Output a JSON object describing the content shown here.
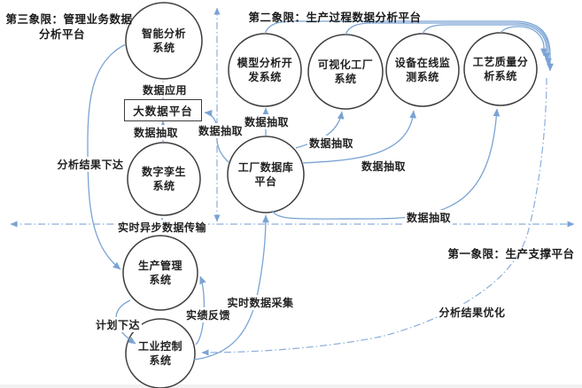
{
  "quadrants": {
    "q3_line1": "第三象限：管理业务数据",
    "q3_line2": "分析平台",
    "q2": "第二象限：生产过程数据分析平台",
    "q1": "第一象限：生产支撑平台"
  },
  "nodes": {
    "intelligent_analysis": {
      "line1": "智能分析",
      "line2": "系统"
    },
    "model_dev": {
      "line1": "模型分析开",
      "line2": "发系统"
    },
    "visual_factory": {
      "line1": "可视化工厂",
      "line2": "系统"
    },
    "equipment_monitor": {
      "line1": "设备在线监",
      "line2": "测系统"
    },
    "quality_analysis": {
      "line1": "工艺质量分",
      "line2": "析系统"
    },
    "digital_twin": {
      "line1": "数字孪生",
      "line2": "系统"
    },
    "factory_db": {
      "line1": "工厂数据库",
      "line2": "平台"
    },
    "production_mgmt": {
      "line1": "生产管理",
      "line2": "系统"
    },
    "industrial_control": {
      "line1": "工业控制",
      "line2": "系统"
    }
  },
  "big_data_platform": {
    "label": "大数据平台"
  },
  "edge_labels": {
    "data_apply": "数据应用",
    "extract_box": "数据抽取",
    "extract_db_box": "数据抽取",
    "extract_model": "数据抽取",
    "extract_visual": "数据抽取",
    "extract_equipment": "数据抽取",
    "extract_quality": "数据抽取",
    "result_delivery": "分析结果下达",
    "realtime_async": "实时异步数据传输",
    "plan_issue": "计划下达",
    "performance_feedback": "实绩反馈",
    "realtime_collect": "实时数据采集",
    "result_optimize": "分析结果优化"
  },
  "colors": {
    "edge_blue": "#7aa3d4",
    "node_border": "#3d3d3d",
    "text": "#212121"
  }
}
